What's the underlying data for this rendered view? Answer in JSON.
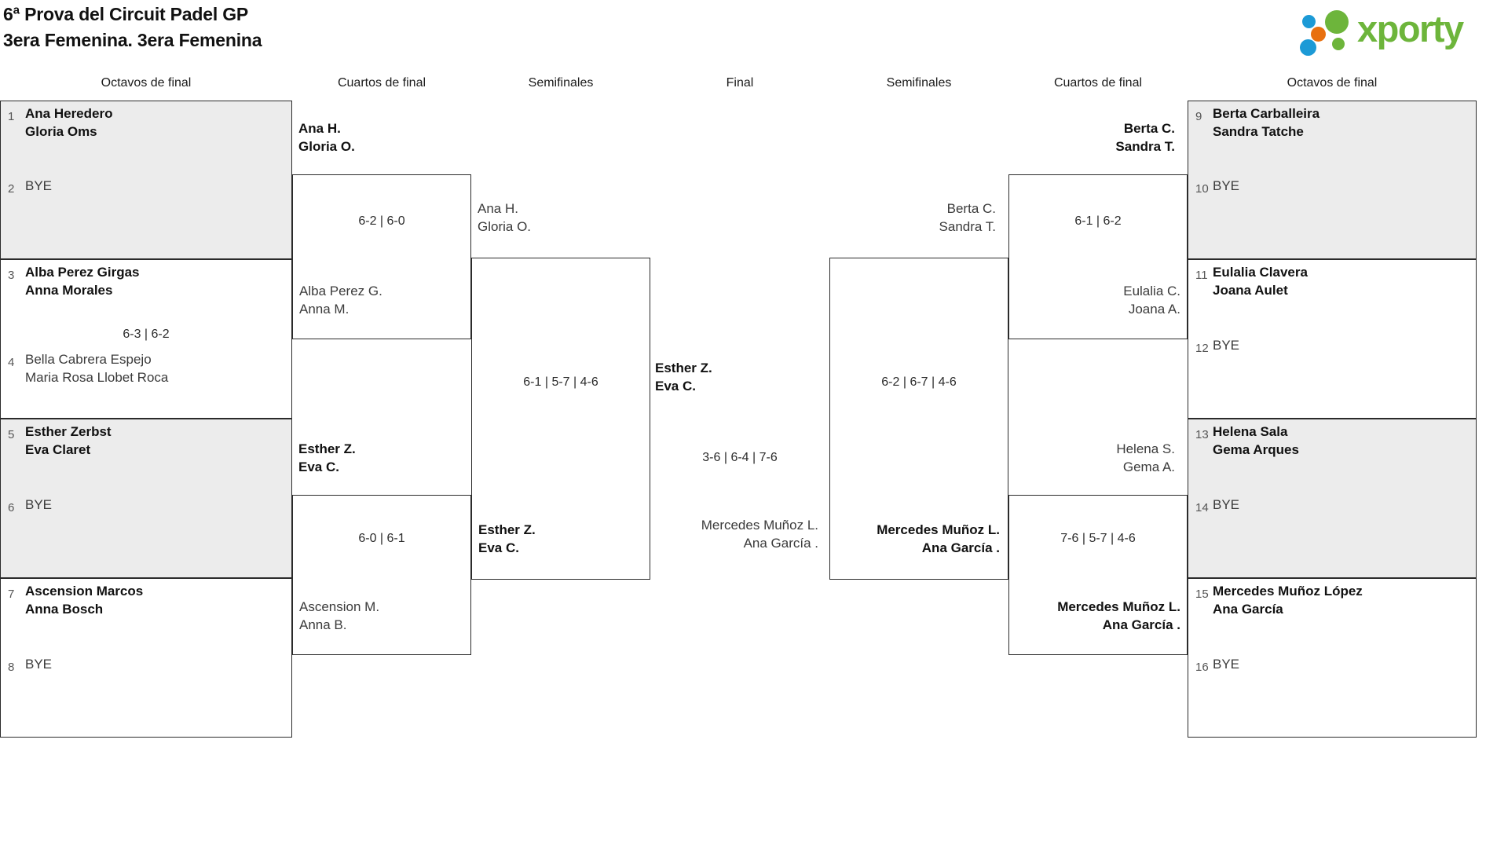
{
  "header": {
    "title_line1": "6ª Prova del Circuit Padel GP",
    "title_line2": "3era Femenina. 3era Femenina",
    "logo_text": "xporty",
    "logo_colors": {
      "green": "#6db53b",
      "blue": "#1c9ad6",
      "orange": "#e8700f"
    }
  },
  "rounds": {
    "octavos_left": "Octavos de final",
    "cuartos_left": "Cuartos de final",
    "semis_left": "Semifinales",
    "final": "Final",
    "semis_right": "Semifinales",
    "cuartos_right": "Cuartos de final",
    "octavos_right": "Octavos de final"
  },
  "left_octavos": [
    {
      "seed": "1",
      "names": "Ana Heredero\nGloria Oms",
      "state": "win",
      "bye": false
    },
    {
      "seed": "2",
      "names": "BYE",
      "state": "lose",
      "bye": true
    },
    {
      "seed": "3",
      "names": "Alba Perez Girgas\nAnna Morales",
      "state": "win",
      "bye": false
    },
    {
      "seed": "4",
      "names": "Bella Cabrera Espejo\nMaria Rosa Llobet Roca",
      "state": "lose",
      "bye": false
    },
    {
      "seed": "5",
      "names": "Esther Zerbst\nEva Claret",
      "state": "win",
      "bye": false
    },
    {
      "seed": "6",
      "names": "BYE",
      "state": "lose",
      "bye": true
    },
    {
      "seed": "7",
      "names": "Ascension Marcos\nAnna Bosch",
      "state": "win",
      "bye": false
    },
    {
      "seed": "8",
      "names": "BYE",
      "state": "lose",
      "bye": true
    }
  ],
  "right_octavos": [
    {
      "seed": "9",
      "names": "Berta Carballeira\nSandra Tatche",
      "state": "win",
      "bye": false
    },
    {
      "seed": "10",
      "names": "BYE",
      "state": "lose",
      "bye": true
    },
    {
      "seed": "11",
      "names": "Eulalia Clavera\nJoana Aulet",
      "state": "win",
      "bye": false
    },
    {
      "seed": "12",
      "names": "BYE",
      "state": "lose",
      "bye": true
    },
    {
      "seed": "13",
      "names": "Helena Sala\nGema Arques",
      "state": "win",
      "bye": false
    },
    {
      "seed": "14",
      "names": "BYE",
      "state": "lose",
      "bye": true
    },
    {
      "seed": "15",
      "names": "Mercedes Muñoz López\nAna García",
      "state": "win",
      "bye": false
    },
    {
      "seed": "16",
      "names": "BYE",
      "state": "lose",
      "bye": true
    }
  ],
  "left_octavos_scores": {
    "pair_3_4": "6-3 | 6-2"
  },
  "left_cuartos": [
    {
      "winner": "Ana H.\nGloria O.",
      "loser": "Alba Perez G.\nAnna M.",
      "score": "6-2 | 6-0"
    },
    {
      "winner": "Esther Z.\nEva C.",
      "loser": "Ascension M.\nAnna B.",
      "score": "6-0 | 6-1"
    }
  ],
  "left_semis": [
    {
      "top": "Ana H.\nGloria O.",
      "top_state": "lose",
      "bottom": "Esther Z.\nEva C.",
      "bottom_state": "win",
      "score": "6-1 | 5-7 | 4-6"
    }
  ],
  "final": {
    "top": "Esther Z.\nEva C.",
    "top_state": "win",
    "bottom": "Mercedes Muñoz L.\nAna García .",
    "bottom_state": "lose",
    "score": "3-6 | 6-4 | 7-6"
  },
  "right_semis": [
    {
      "top": "Berta C.\nSandra T.",
      "top_state": "lose",
      "bottom": "Mercedes Muñoz L.\nAna García .",
      "bottom_state": "win",
      "score": "6-2 | 6-7 | 4-6"
    }
  ],
  "right_cuartos": [
    {
      "winner": "Berta C.\nSandra T.",
      "loser": "Eulalia C.\nJoana A.",
      "score": "6-1 | 6-2"
    },
    {
      "winner": "Mercedes Muñoz L.\nAna García .",
      "loser": "Helena S.\nGema A.",
      "score": "7-6 | 5-7 | 4-6"
    }
  ]
}
